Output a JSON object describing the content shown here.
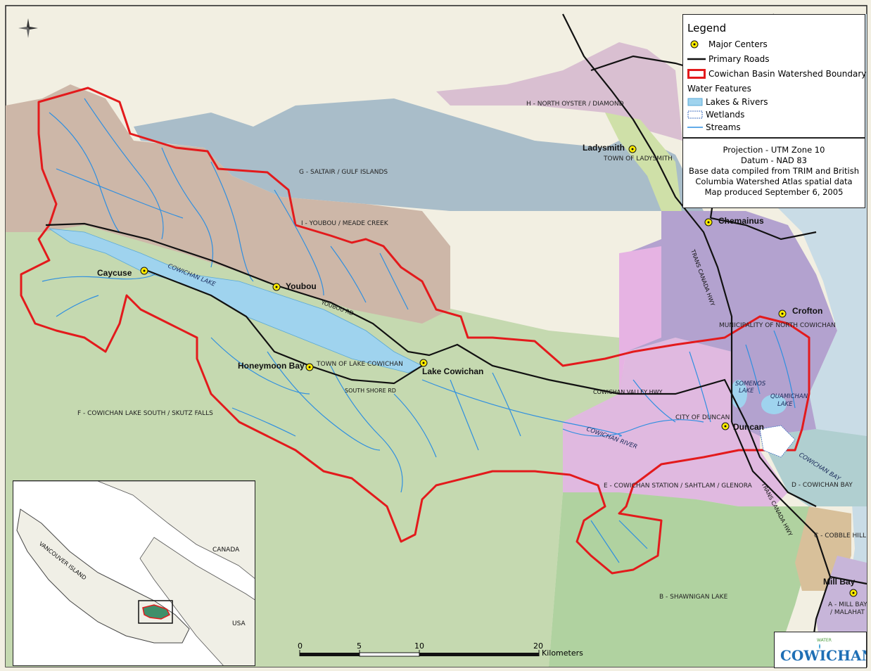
{
  "legend": {
    "title": "Legend",
    "major_centers": "Major Centers",
    "primary_roads": "Primary Roads",
    "boundary": "Cowichan Basin Watershed Boundary",
    "water_features": "Water Features",
    "lakes_rivers": "Lakes & Rivers",
    "wetlands": "Wetlands",
    "streams": "Streams"
  },
  "info": {
    "line1": "Projection - UTM Zone 10",
    "line2": "Datum - NAD 83",
    "line3": "Base data compiled from TRIM and British",
    "line4": "Columbia Watershed Atlas spatial data",
    "line5": "Map produced September 6, 2005"
  },
  "areas": {
    "h": "H - NORTH OYSTER / DIAMOND",
    "g": "G - SALTAIR / GULF ISLANDS",
    "i": "I - YOUBOU / MEADE CREEK",
    "f": "F - COWICHAN LAKE SOUTH / SKUTZ FALLS",
    "e": "E - COWICHAN STATION / SAHTLAM / GLENORA",
    "d": "D - COWICHAN BAY",
    "c": "C - COBBLE HILL",
    "b": "B - SHAWNIGAN LAKE",
    "a1": "A - MILL BAY",
    "a2": "/ MALAHAT",
    "town_ladysmith": "TOWN OF LADYSMITH",
    "town_lake_cowichan": "TOWN OF LAKE COWICHAN",
    "north_cowichan": "MUNICIPALITY OF NORTH COWICHAN",
    "city_duncan": "CITY OF DUNCAN"
  },
  "centers": {
    "ladysmith": "Ladysmith",
    "chemainus": "Chemainus",
    "crofton": "Crofton",
    "duncan": "Duncan",
    "caycuse": "Caycuse",
    "youbou": "Youbou",
    "honeymoon_bay": "Honeymoon Bay",
    "lake_cowichan": "Lake Cowichan",
    "mill_bay": "Mill Bay"
  },
  "water": {
    "cowichan_lake": "COWICHAN LAKE",
    "somenos1": "SOMENOS",
    "somenos2": "LAKE",
    "quamichan1": "QUAMICHAN",
    "quamichan2": "LAKE",
    "cowichan_river": "COWICHAN RIVER",
    "cowichan_bay": "COWICHAN BAY"
  },
  "roads": {
    "youbou_rd": "YOUBOU RD",
    "south_shore_rd": "SOUTH SHORE RD",
    "cowichan_valley_hwy": "COWICHAN VALLEY HWY",
    "trans_canada_1": "TRANS CANADA HWY",
    "trans_canada_2": "TRANS CANADA HWY"
  },
  "scale": {
    "t0": "0",
    "t5": "5",
    "t10": "10",
    "t20": "20",
    "unit": "Kilometers"
  },
  "inset": {
    "canada": "CANADA",
    "usa": "USA",
    "vancouver_island": "VANCOUVER ISLAND"
  },
  "logo": {
    "top": "WATER",
    "main": "COWICHAN"
  },
  "colors": {
    "boundary": "#e31a1c",
    "stream": "#2f8fe0",
    "lake": "#9fd3ee",
    "road": "#111111",
    "area_i": "#cdb7a8",
    "area_g": "#a9bdc9",
    "area_f": "#c5d9b0",
    "area_e": "#e0b9e0",
    "area_h": "#d9bfd1",
    "area_north_cowichan": "#b3a2cf",
    "area_b": "#b0d2a0",
    "area_c": "#d8c09a",
    "area_d": "#b0cfd0",
    "land": "#f1eee0",
    "sea": "#c9dce6"
  }
}
